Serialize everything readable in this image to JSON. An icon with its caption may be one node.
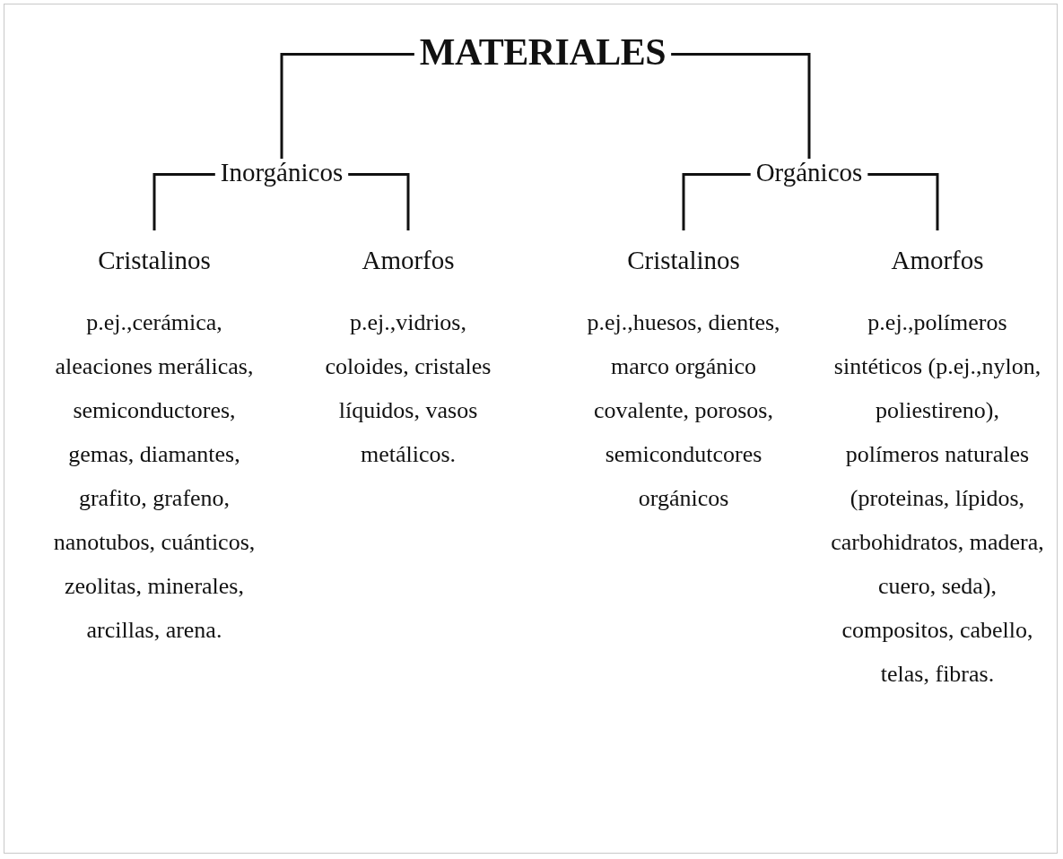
{
  "diagram": {
    "nodes": [
      {
        "text": [
          "MATERIALES"
        ]
      },
      {
        "text": [
          "Inorgánicos"
        ]
      },
      {
        "text": [
          "Orgánicos"
        ]
      },
      {
        "text": [
          "Cristalinos"
        ],
        "beside": [
          "p.ej.,cerámica, aleaciones merálicas, semiconductores, gemas, diamantes, grafito, grafeno, nanotubos, cuánticos, zeolitas, minerales, arcillas, arena."
        ]
      },
      {
        "text": [
          "Amorfos"
        ],
        "beside": [
          "p.ej.,vidrios, coloides, cristales líquidos, vasos metálicos."
        ]
      },
      {
        "text": [
          "Cristalinos"
        ],
        "beside": [
          "p.ej.,huesos, dientes, marco orgánico covalente, porosos, semicondutcores orgánicos"
        ]
      },
      {
        "text": [
          "Amorfos"
        ],
        "beside": [
          "p.ej.,polímeros sintéticos (p.ej.,nylon, poliestireno), polímeros naturales (proteinas, lípidos, carbohidratos, madera, cuero, seda), compositos, cabello, telas, fibras."
        ]
      }
    ],
    "edges": [
      {
        "from": 0,
        "to": 1,
        "arrow": "none"
      },
      {
        "from": 0,
        "to": 2,
        "arrow": "none"
      },
      {
        "from": 1,
        "to": 3,
        "arrow": "none"
      },
      {
        "from": 1,
        "to": 4,
        "arrow": "none"
      },
      {
        "from": 2,
        "to": 5,
        "arrow": "none"
      },
      {
        "from": 2,
        "to": 6,
        "arrow": "none"
      }
    ]
  }
}
